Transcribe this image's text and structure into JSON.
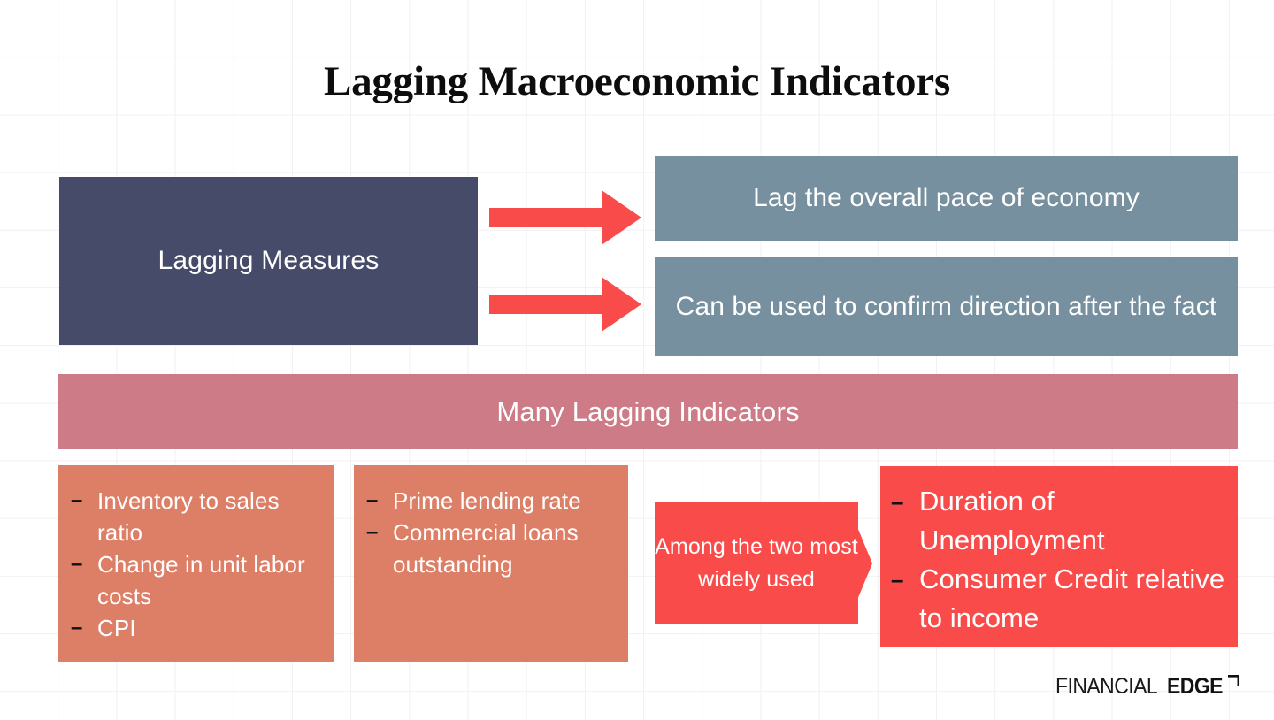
{
  "slide": {
    "title": "Lagging Macroeconomic Indicators",
    "background_color": "#ffffff",
    "grid_line_color": "#f1f1f3"
  },
  "source_box": {
    "label": "Lagging Measures",
    "color": "#464b69"
  },
  "arrows": [
    {
      "name": "arrow-to-lag-pace",
      "color": "#fa4b4b"
    },
    {
      "name": "arrow-to-confirm-direction",
      "color": "#fa4b4b"
    }
  ],
  "characteristics": [
    {
      "label": "Lag the overall pace of economy",
      "color": "#76909f"
    },
    {
      "label": "Can be used to confirm direction after the fact",
      "color": "#76909f"
    }
  ],
  "banner": {
    "label": "Many Lagging Indicators",
    "color": "#ce7b88"
  },
  "indicator_groups": [
    {
      "name": "inventory-group",
      "color": "#dd7f67",
      "bullet_glyph": "–",
      "items": [
        "Inventory to sales ratio",
        "Change in unit labor costs",
        "CPI"
      ]
    },
    {
      "name": "prime-lending-group",
      "color": "#dd7f67",
      "bullet_glyph": "–",
      "items": [
        "Prime lending rate",
        "Commercial loans outstanding"
      ]
    },
    {
      "name": "two-most-widely-used-group",
      "color": "#fa4b4b",
      "bullet_glyph": "–",
      "items": [
        "Duration of Unemployment",
        "Consumer Credit relative to income"
      ]
    }
  ],
  "callout": {
    "label": "Among the two most widely used",
    "color": "#fa4b4b"
  },
  "logo": {
    "text_thin": "FINANCIAL",
    "text_bold": "EDGE",
    "mark": "corner-flag-mark"
  }
}
